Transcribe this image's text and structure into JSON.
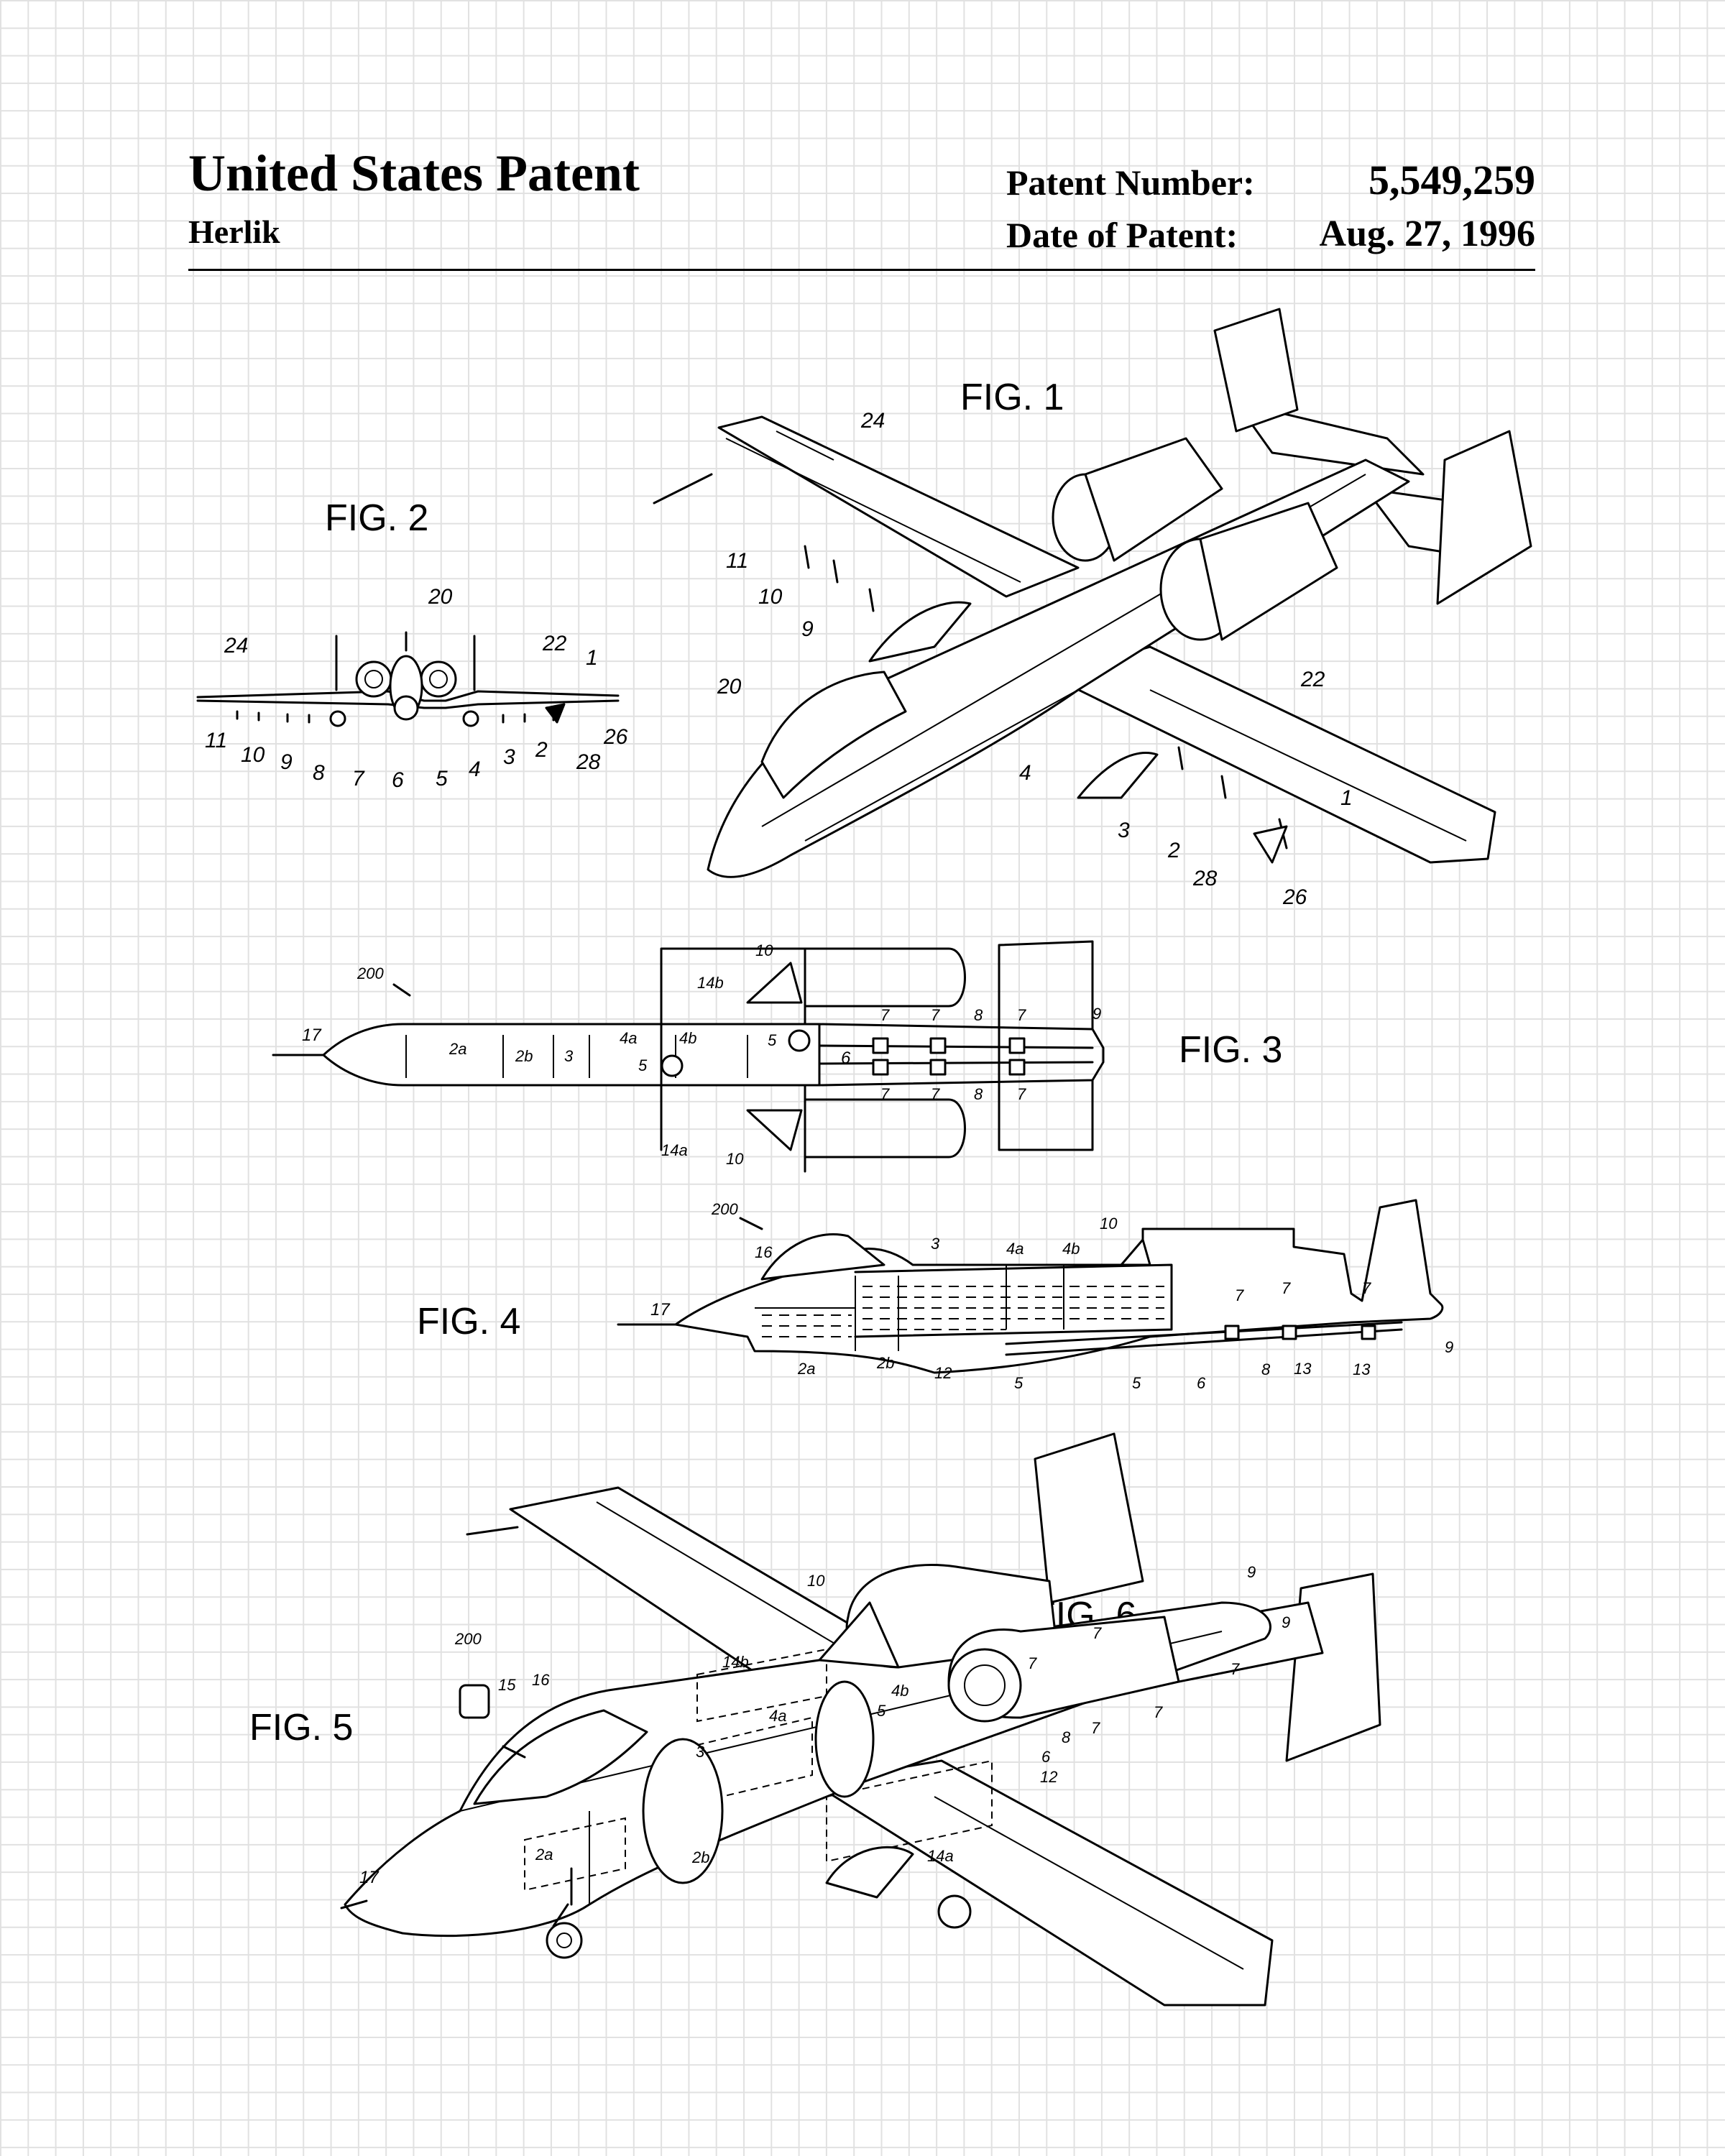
{
  "header": {
    "title": "United States Patent",
    "inventor": "Herlik",
    "patent_number_label": "Patent Number:",
    "patent_number": "5,549,259",
    "date_label": "Date of Patent:",
    "date": "Aug. 27, 1996"
  },
  "figures": {
    "fig1": "FIG. 1",
    "fig2": "FIG. 2",
    "fig3": "FIG. 3",
    "fig4": "FIG. 4",
    "fig5": "FIG. 5",
    "fig6": "FIG. 6"
  },
  "fig1_labels": [
    "24",
    "11",
    "10",
    "9",
    "20",
    "4",
    "3",
    "2",
    "28",
    "26",
    "22",
    "1"
  ],
  "fig2_labels": [
    "20",
    "24",
    "22",
    "1",
    "11",
    "10",
    "9",
    "8",
    "7",
    "6",
    "5",
    "4",
    "3",
    "2",
    "28",
    "26"
  ],
  "fig3_labels": [
    "200",
    "17",
    "2a",
    "2b",
    "3",
    "4a",
    "4b",
    "14b",
    "10",
    "5",
    "5",
    "6",
    "7",
    "7",
    "7",
    "7",
    "7",
    "7",
    "8",
    "8",
    "9",
    "14a",
    "10"
  ],
  "fig4_labels": [
    "200",
    "16",
    "17",
    "3",
    "4a",
    "4b",
    "10",
    "7",
    "7",
    "7",
    "2a",
    "2b",
    "12",
    "5",
    "5",
    "6",
    "8",
    "13",
    "13",
    "9"
  ],
  "fig5_labels": [
    "200",
    "15",
    "16",
    "10",
    "14b",
    "4a",
    "4b",
    "5",
    "3",
    "2a",
    "2b",
    "17",
    "14a",
    "12",
    "6",
    "8",
    "7",
    "7",
    "7",
    "7",
    "7",
    "9",
    "9"
  ]
}
